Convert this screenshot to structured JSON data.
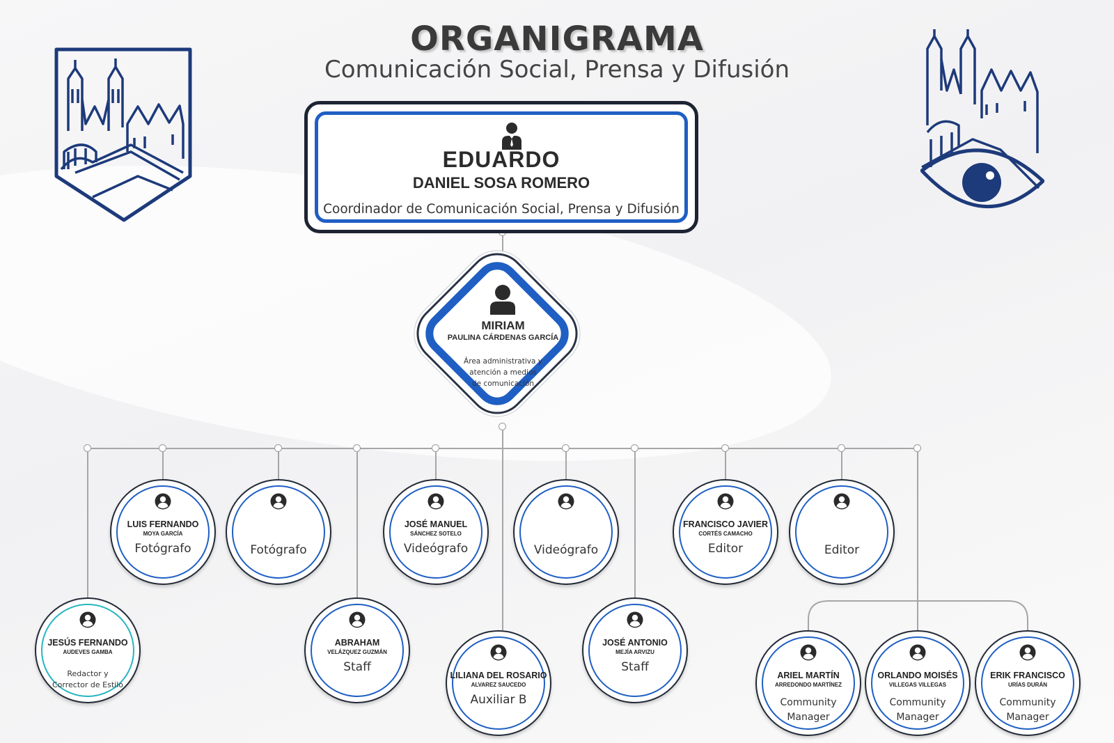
{
  "header": {
    "title": "ORGANIGRAMA",
    "subtitle": "Comunicación Social, Prensa y Difusión"
  },
  "colors": {
    "accent_blue": "#1f5fc4",
    "dark_navy": "#1d2433",
    "teal": "#27b6c0",
    "connector": "#a6a6a6"
  },
  "logos": {
    "left": "castle-shield-logo",
    "right": "castle-eye-logo"
  },
  "coordinator": {
    "first_name": "EDUARDO",
    "last_name": "DANIEL SOSA ROMERO",
    "role": "Coordinador de Comunicación Social, Prensa y Difusión",
    "icon": "person-tie-icon"
  },
  "admin": {
    "first_name": "MIRIAM",
    "last_name": "PAULINA CÁRDENAS GARCÍA",
    "role_lines": [
      "Área administrativa y",
      "atención a medios",
      "de comunicación"
    ],
    "icon": "person-icon"
  },
  "staff": [
    {
      "first_name": "JESÚS FERNANDO",
      "last_name": "AUDEVES GAMBA",
      "role_lines": [
        "Redactor y",
        "Corrector de Estilo"
      ]
    },
    {
      "first_name": "LUIS FERNANDO",
      "last_name": "MOYA GARCÍA",
      "role_lines": [
        "Fotógrafo"
      ]
    },
    {
      "first_name": "",
      "last_name": "",
      "role_lines": [
        "Fotógrafo"
      ]
    },
    {
      "first_name": "ABRAHAM",
      "last_name": "VELÁZQUEZ GUZMÁN",
      "role_lines": [
        "Staff"
      ]
    },
    {
      "first_name": "JOSÉ MANUEL",
      "last_name": "SÁNCHEZ SOTELO",
      "role_lines": [
        "Videógrafo"
      ]
    },
    {
      "first_name": "LILIANA DEL ROSARIO",
      "last_name": "ALVAREZ SAUCEDO",
      "role_lines": [
        "Auxiliar B"
      ]
    },
    {
      "first_name": "",
      "last_name": "",
      "role_lines": [
        "Videógrafo"
      ]
    },
    {
      "first_name": "JOSÉ ANTONIO",
      "last_name": "MEJÍA ARVIZU",
      "role_lines": [
        "Staff"
      ]
    },
    {
      "first_name": "FRANCISCO JAVIER",
      "last_name": "CORTÉS CAMACHO",
      "role_lines": [
        "Editor"
      ]
    },
    {
      "first_name": "",
      "last_name": "",
      "role_lines": [
        "Editor"
      ]
    },
    {
      "first_name": "ARIEL MARTÍN",
      "last_name": "ARREDONDO MARTÍNEZ",
      "role_lines": [
        "Community",
        "Manager"
      ]
    },
    {
      "first_name": "ORLANDO MOISÉS",
      "last_name": "VILLEGAS VILLEGAS",
      "role_lines": [
        "Community",
        "Manager"
      ]
    },
    {
      "first_name": "ERIK FRANCISCO",
      "last_name": "URÍAS DURÁN",
      "role_lines": [
        "Community",
        "Manager"
      ]
    }
  ]
}
